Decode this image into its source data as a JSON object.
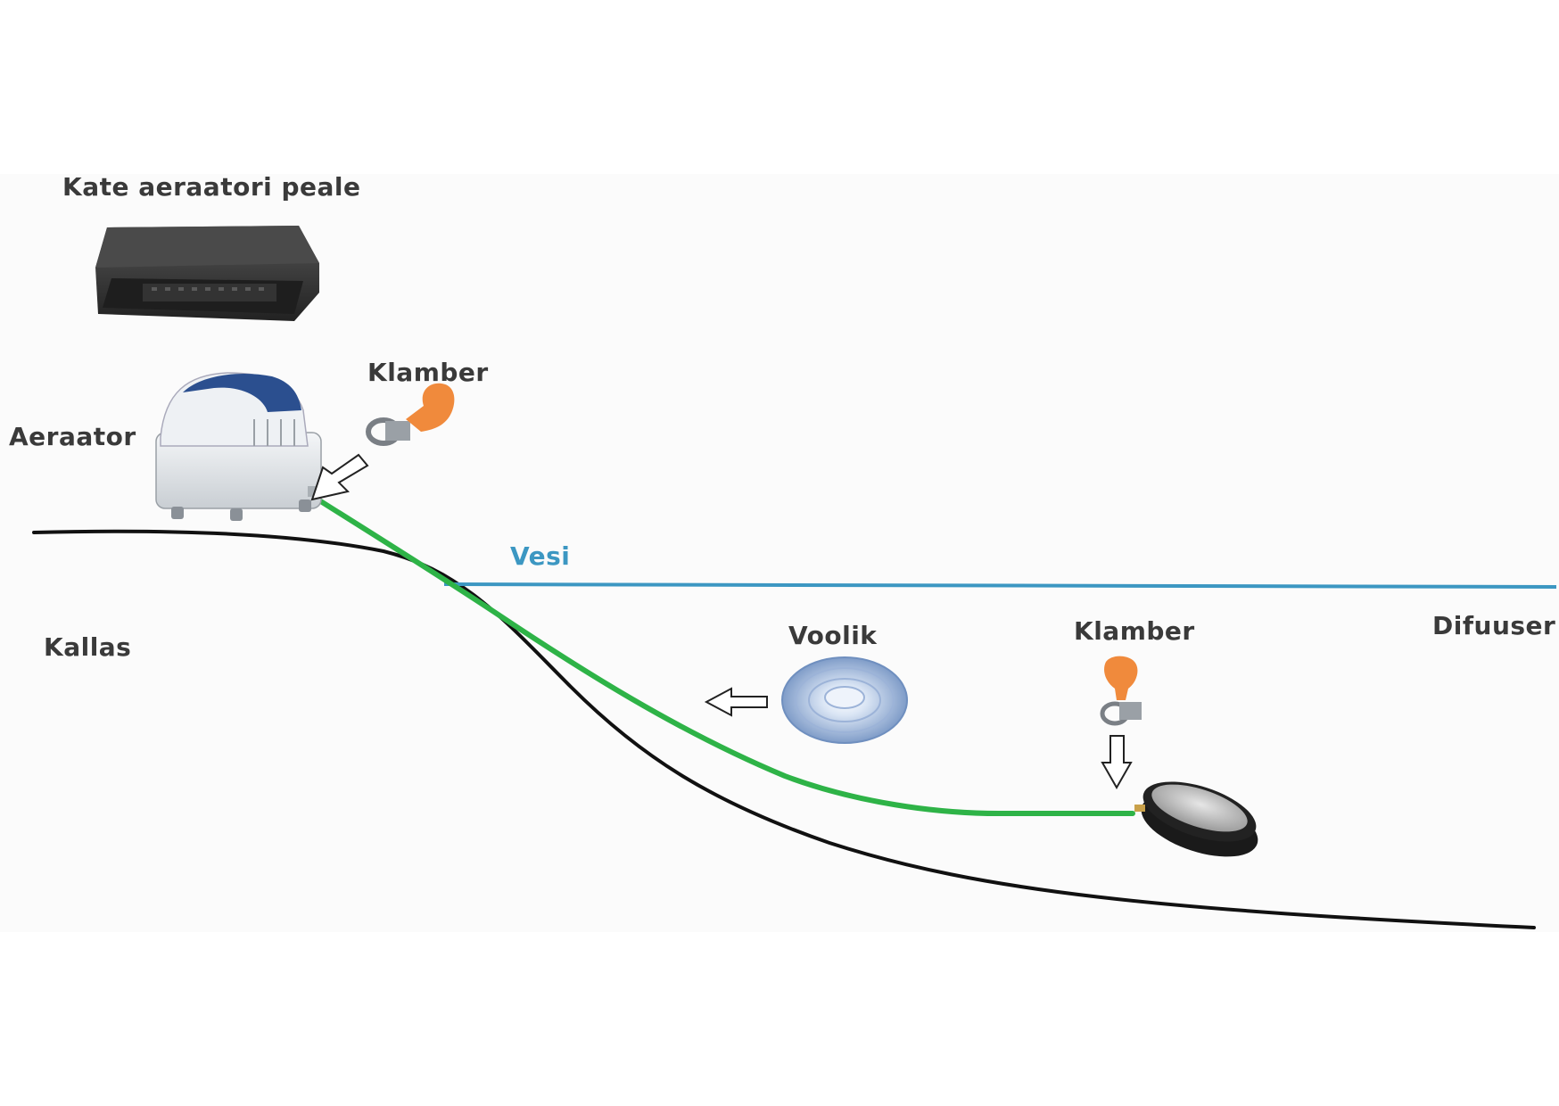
{
  "labels": {
    "cover": "Kate aeraatori peale",
    "clamp_top": "Klamber",
    "aerator": "Aeraator",
    "water": "Vesi",
    "shore": "Kallas",
    "hose": "Voolik",
    "clamp_bottom": "Klamber",
    "diffuser": "Difuuser"
  },
  "colors": {
    "hose": "#2eb347",
    "water": "#3c97c2",
    "ground": "#111111",
    "clamp": "#f08a3c",
    "aerator_top": "#2b4f8f",
    "aerator_body": "#e9ecef",
    "cover": "#3a3a3a"
  },
  "icons": [
    "lid-icon",
    "air-pump-icon",
    "hose-clamp-icon",
    "tubing-coil-icon",
    "disc-diffuser-icon",
    "arrow-icon"
  ]
}
